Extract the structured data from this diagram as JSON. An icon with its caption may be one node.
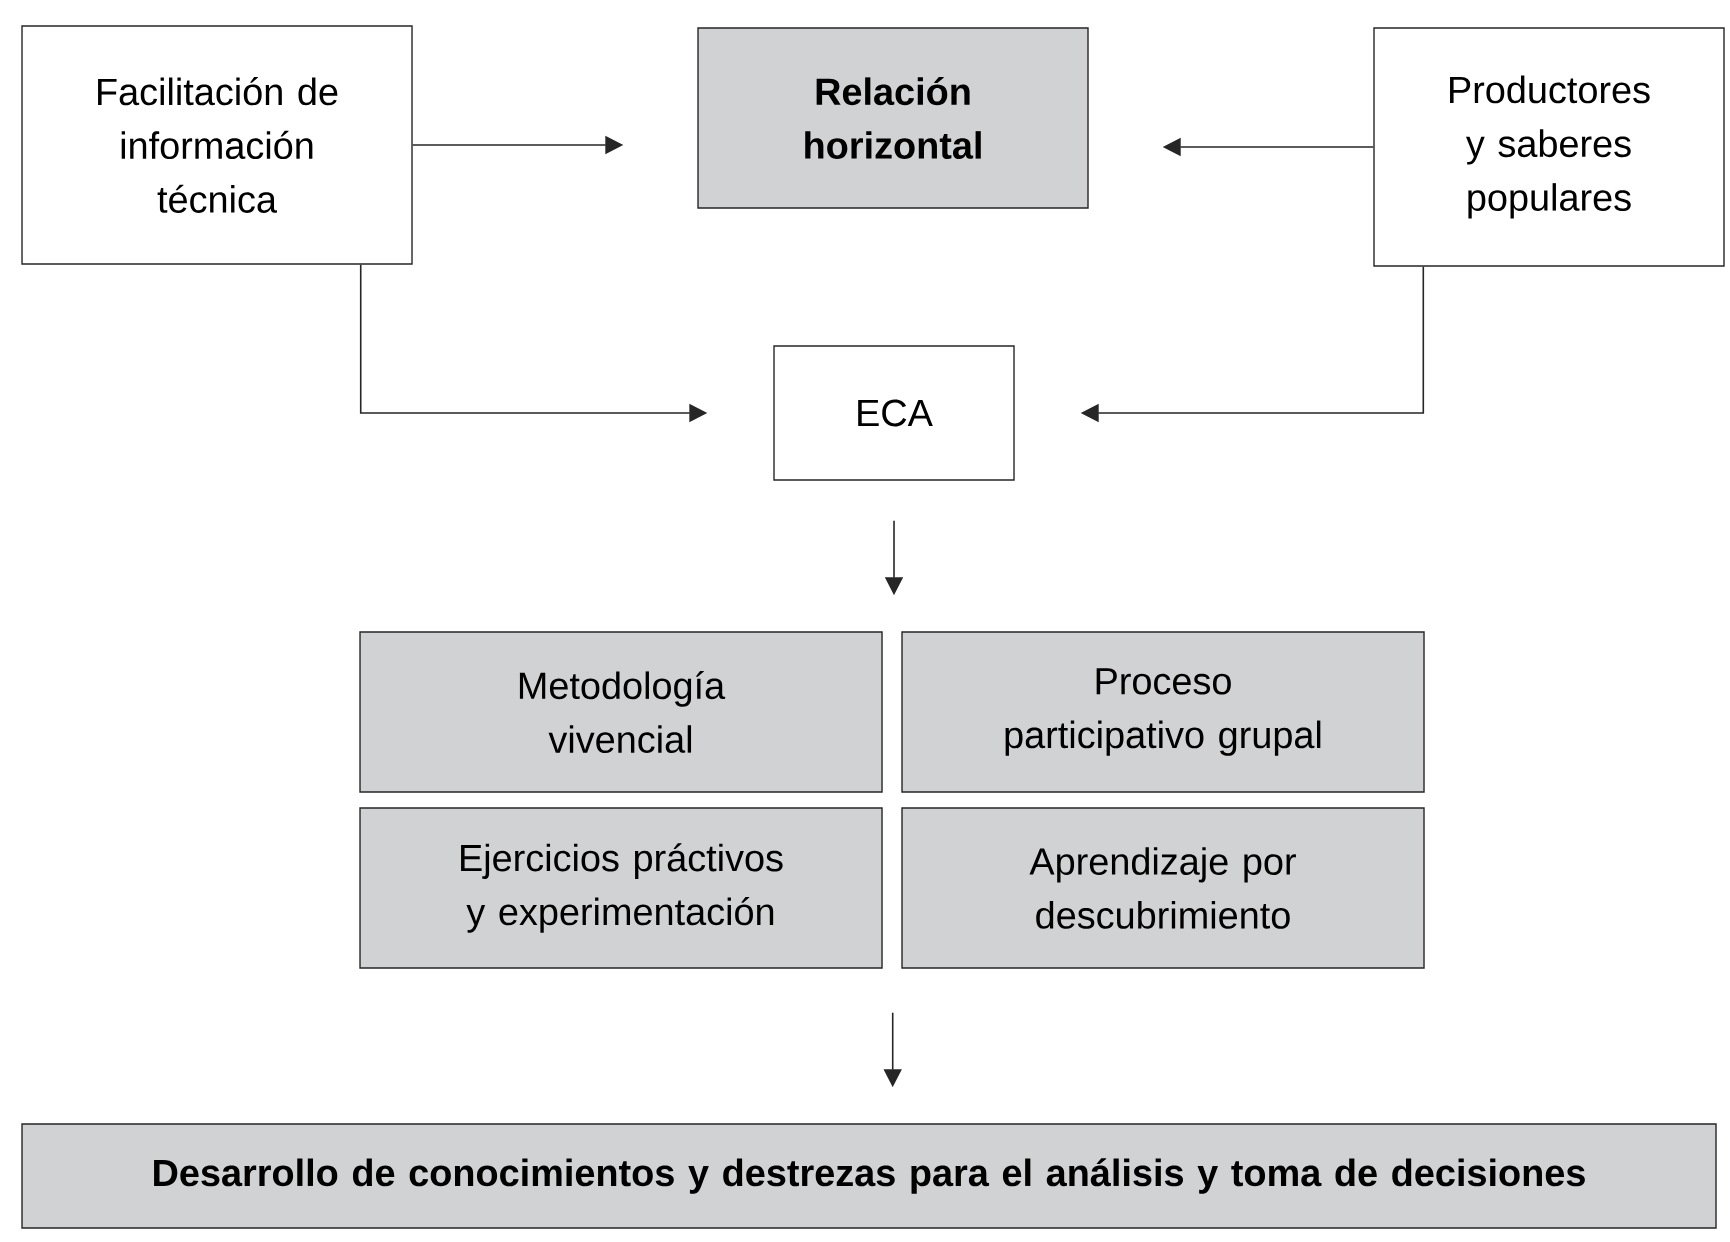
{
  "diagram": {
    "nodes": [
      {
        "text": [
          "Facilitación de información técnica"
        ]
      },
      {
        "text": [
          "Relación horizontal"
        ]
      },
      {
        "text": [
          "Productores y saberes populares"
        ]
      },
      {
        "text": [
          "ECA"
        ]
      },
      {
        "text": [
          "Metodología vivencial"
        ]
      },
      {
        "text": [
          "Proceso participativo grupal"
        ]
      },
      {
        "text": [
          "Ejercicios práctivos y experimentación"
        ]
      },
      {
        "text": [
          "Aprendizaje por descubrimiento"
        ]
      },
      {
        "text": [
          "Desarrollo de conocimientos y destrezas para el análisis y toma de decisiones"
        ]
      }
    ],
    "edges": [
      {
        "from": 0,
        "to": 1,
        "arrow": "to"
      },
      {
        "from": 2,
        "to": 1,
        "arrow": "to"
      },
      {
        "from": 0,
        "to": 3,
        "arrow": "to"
      },
      {
        "from": 2,
        "to": 3,
        "arrow": "to"
      },
      {
        "from": 3,
        "to": 4,
        "arrow": "to"
      },
      {
        "from": 3,
        "to": 5,
        "arrow": "to"
      },
      {
        "from": 6,
        "to": 8,
        "arrow": "to"
      },
      {
        "from": 7,
        "to": 8,
        "arrow": "to"
      }
    ]
  }
}
